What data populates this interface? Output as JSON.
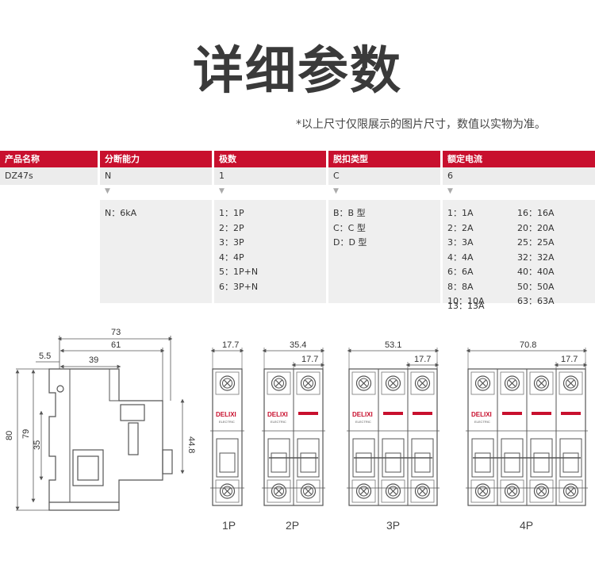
{
  "title": "详细参数",
  "note": "*以上尺寸仅限展示的图片尺寸，数值以实物为准。",
  "table": {
    "headers": [
      "产品名称",
      "分断能力",
      "极数",
      "脱扣类型",
      "额定电流"
    ],
    "values": [
      "DZ47s",
      "N",
      "1",
      "C",
      "6"
    ],
    "breaking": [
      "N：6kA"
    ],
    "poles": [
      "1：1P",
      "2：2P",
      "3：3P",
      "4：4P",
      "5：1P+N",
      "6：3P+N"
    ],
    "trip": [
      "B：B 型",
      "C：C 型",
      "D：D 型"
    ],
    "current_a": [
      "1：1A",
      "2：2A",
      "3：3A",
      "4：4A",
      "6：6A",
      "8：8A",
      "10：10A",
      "13：13A"
    ],
    "current_b": [
      "16：16A",
      "20：20A",
      "25：25A",
      "32：32A",
      "40：40A",
      "50：50A",
      "63：63A"
    ]
  },
  "dims": {
    "side_top": "73",
    "side_61": "61",
    "side_55": "5.5",
    "side_39": "39",
    "side_80": "80",
    "side_79": "79",
    "side_35": "35",
    "side_448": "44.8",
    "w_1p": "17.7",
    "w_2p": "35.4",
    "w_3p": "53.1",
    "w_4p": "70.8",
    "pole_w": "17.7"
  },
  "brand": "DELIXI",
  "brand_sub": "ELECTRIC",
  "pole_labels": [
    "1P",
    "2P",
    "3P",
    "4P"
  ],
  "colors": {
    "accent": "#c8102e",
    "header_text": "#ffffff",
    "row_bg": "#ececec",
    "line": "#555555"
  }
}
